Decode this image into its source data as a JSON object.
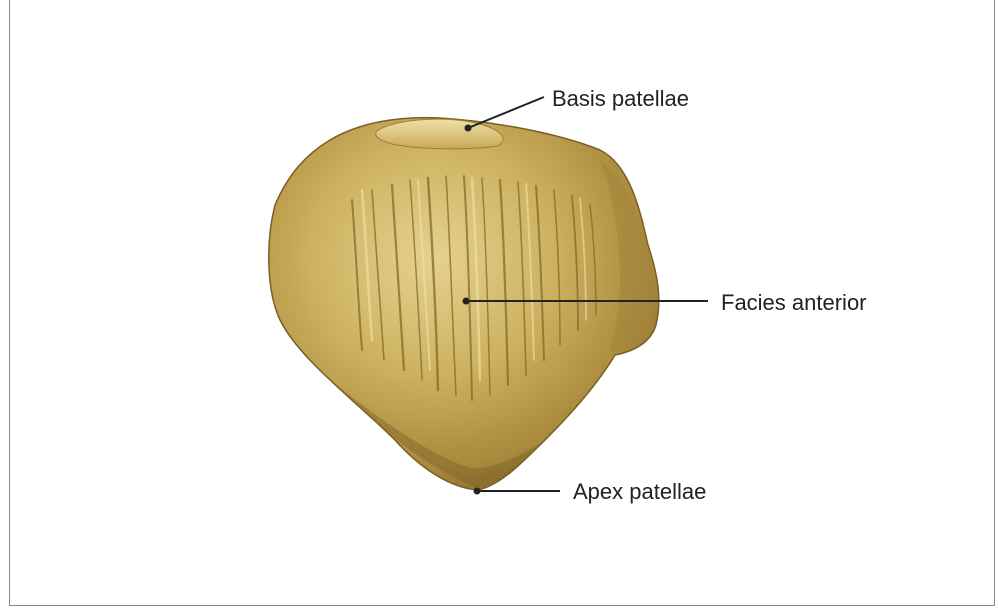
{
  "labels": {
    "basis": "Basis patellae",
    "facies": "Facies anterior",
    "apex": "Apex patellae"
  },
  "colors": {
    "bone_light": "#d8c27a",
    "bone_mid": "#b99a4a",
    "bone_dark": "#7d6226",
    "leader_line": "#222222",
    "frame_border": "#8a8a8a"
  }
}
